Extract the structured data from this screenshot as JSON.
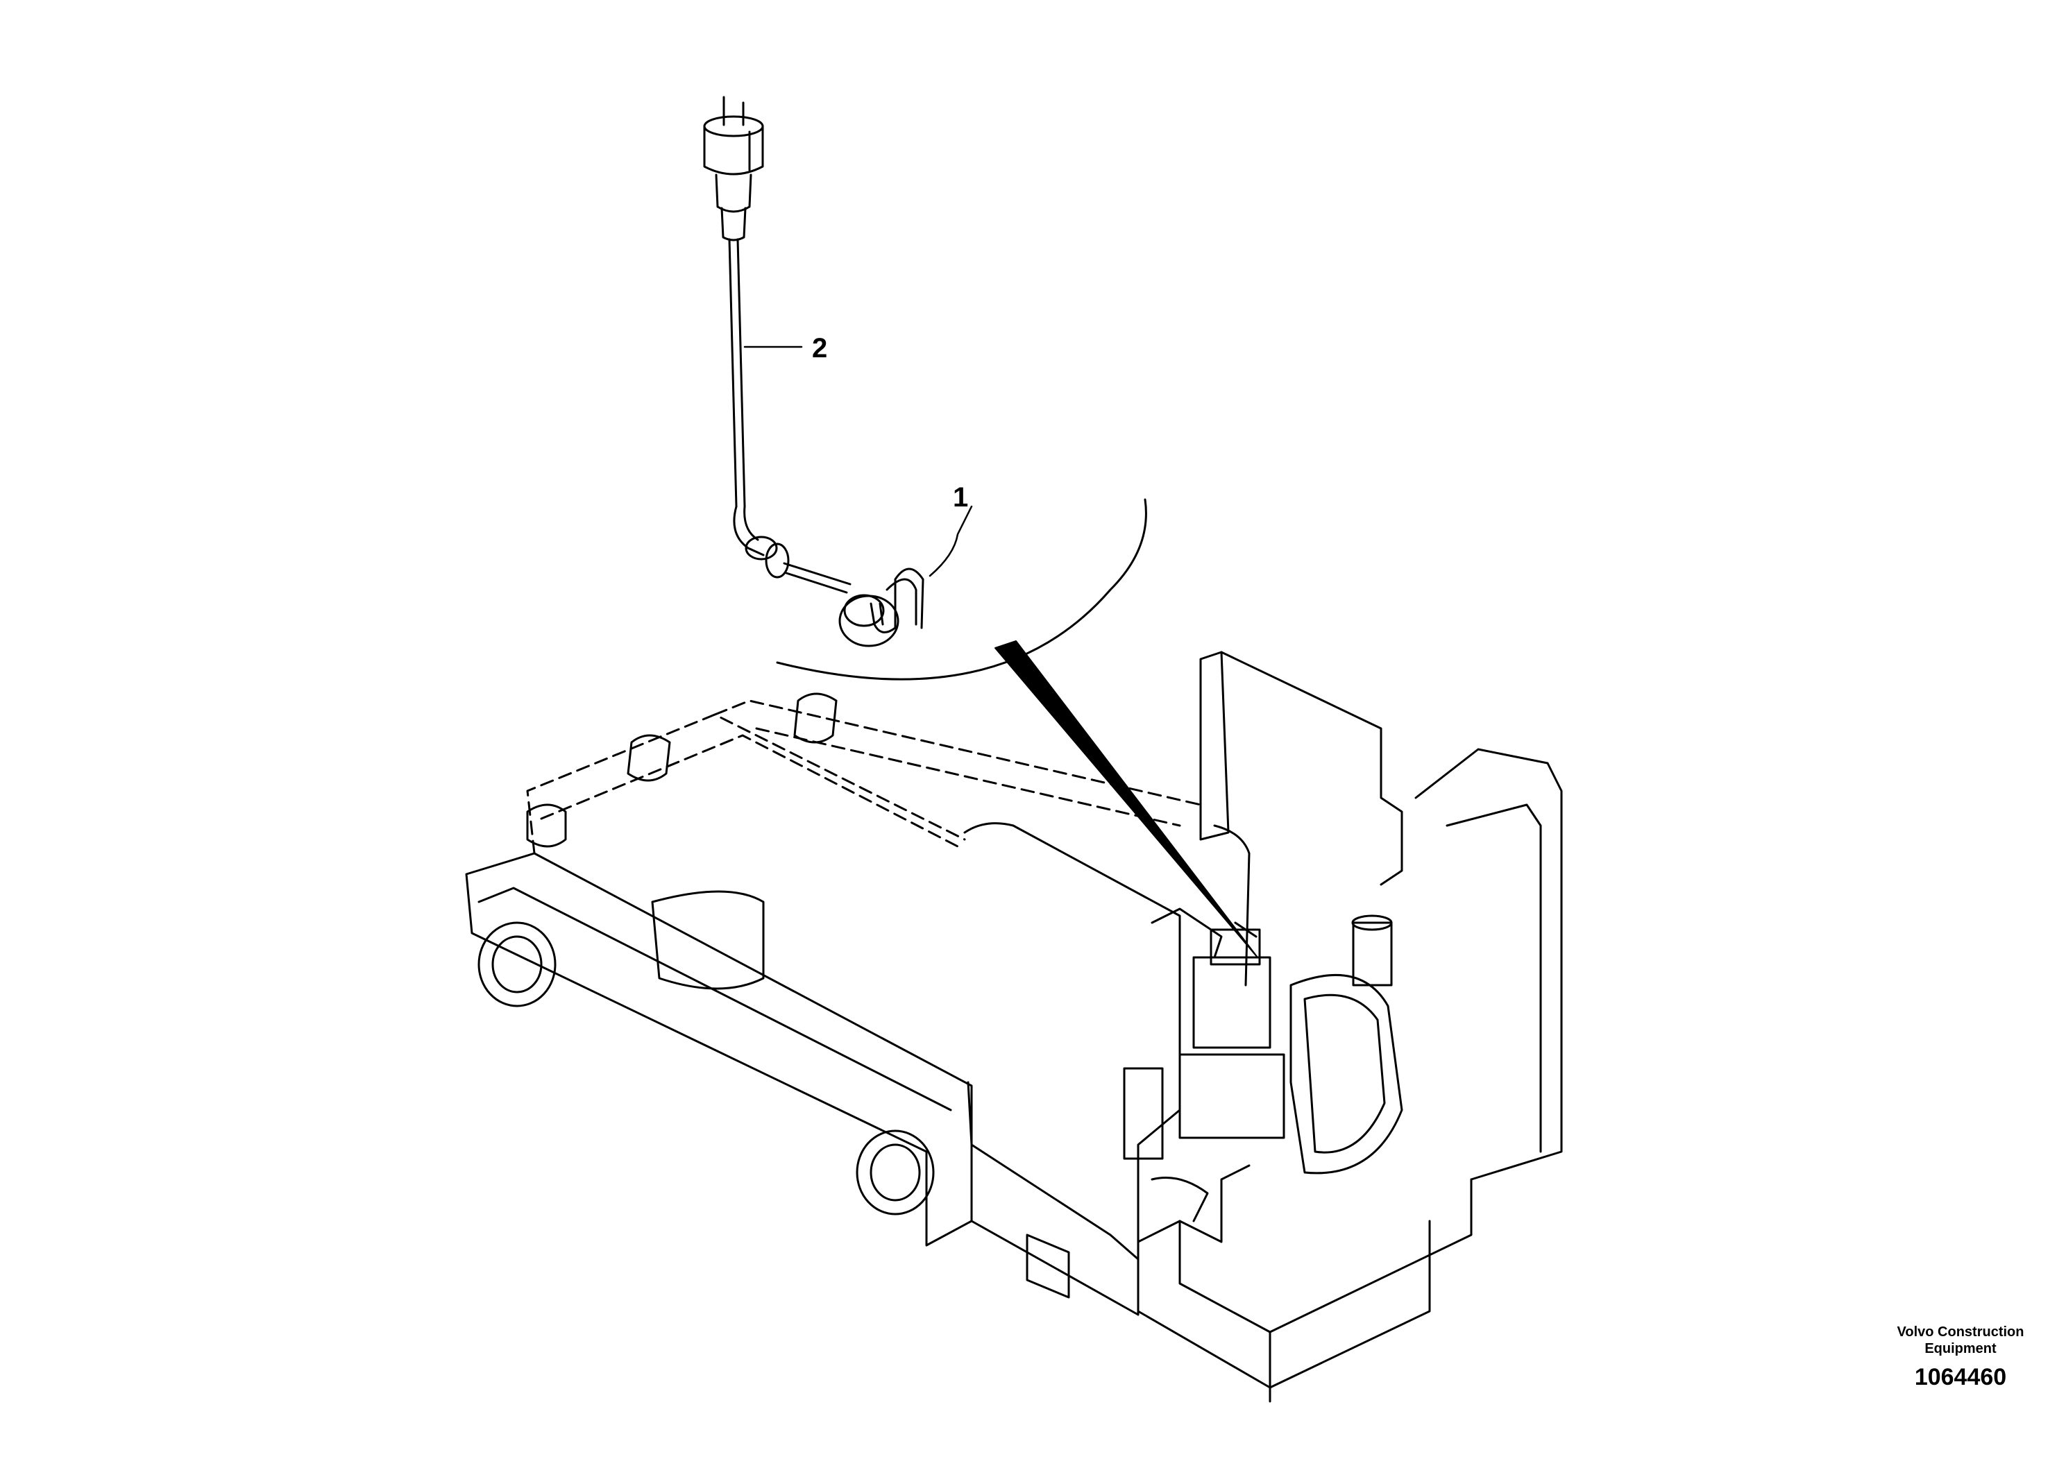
{
  "callouts": [
    {
      "id": "1",
      "label": "1"
    },
    {
      "id": "2",
      "label": "2"
    }
  ],
  "footer": {
    "brand_line1": "Volvo Construction",
    "brand_line2": "Equipment",
    "document_number": "1064460"
  }
}
